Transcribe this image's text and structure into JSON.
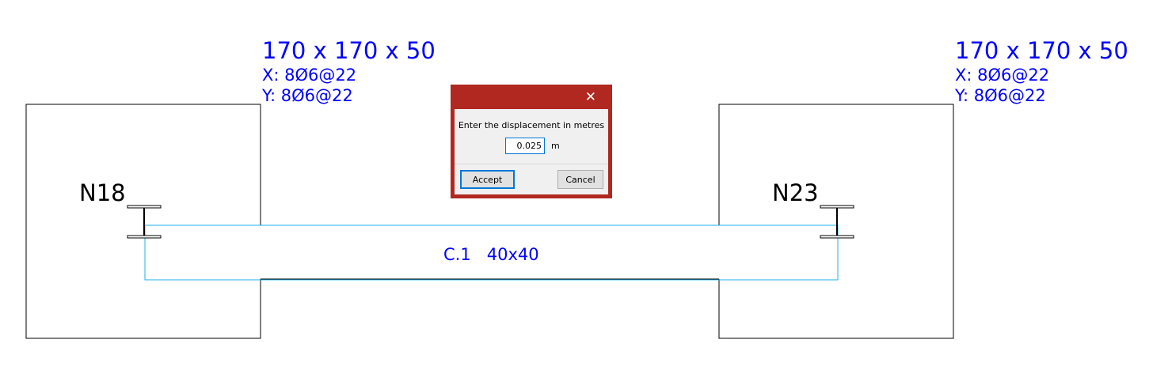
{
  "footings": [
    {
      "size": "170 x 170 x 50",
      "rebar_x": "X: 8Ø6@22",
      "rebar_y": "Y: 8Ø6@22",
      "node": "N18"
    },
    {
      "size": "170 x 170 x 50",
      "rebar_x": "X: 8Ø6@22",
      "rebar_y": "Y: 8Ø6@22",
      "node": "N23"
    }
  ],
  "beam": {
    "label": "C.1   40x40"
  },
  "dialog": {
    "prompt": "Enter the displacement in metres",
    "value": "0.025",
    "unit": "m",
    "accept": "Accept",
    "cancel": "Cancel",
    "close": "✕"
  },
  "colors": {
    "beam": "#1ab0e8",
    "text": "#0000ff",
    "titlebar": "#b0281f"
  }
}
